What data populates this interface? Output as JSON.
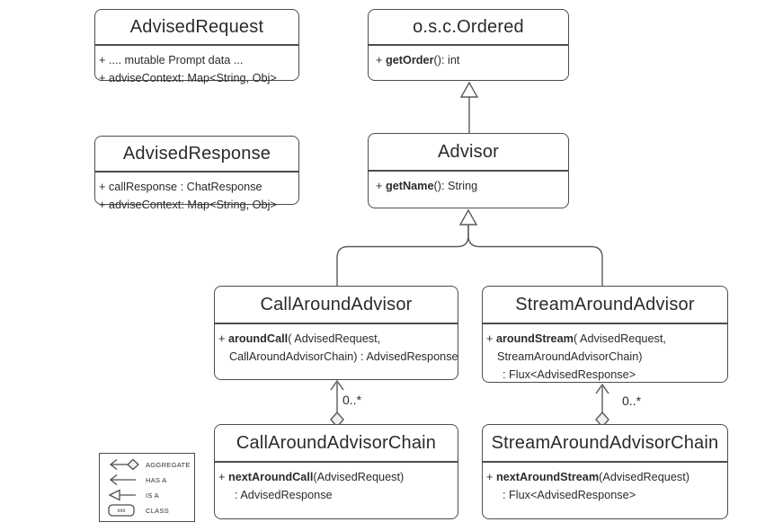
{
  "classes": {
    "advised_request": {
      "title": "AdvisedRequest",
      "lines": [
        {
          "pre": "+ .... mutable Prompt data ...",
          "bold": "",
          "post": ""
        },
        {
          "pre": "+ adviseContext: Map<String, Obj>",
          "bold": "",
          "post": ""
        }
      ]
    },
    "ordered": {
      "title": "o.s.c.Ordered",
      "lines": [
        {
          "pre": "+ ",
          "bold": "getOrder",
          "post": "(): int"
        }
      ]
    },
    "advised_response": {
      "title": "AdvisedResponse",
      "lines": [
        {
          "pre": "+ callResponse : ChatResponse",
          "bold": "",
          "post": ""
        },
        {
          "pre": "+ adviseContext: Map<String, Obj>",
          "bold": "",
          "post": ""
        }
      ]
    },
    "advisor": {
      "title": "Advisor",
      "lines": [
        {
          "pre": "+ ",
          "bold": "getName",
          "post": "(): String"
        }
      ]
    },
    "call_around_advisor": {
      "title": "CallAroundAdvisor",
      "lines": [
        {
          "pre": "+ ",
          "bold": "aroundCall",
          "post": "( AdvisedRequest,"
        },
        {
          "pre": "CallAroundAdvisorChain) : AdvisedResponse",
          "bold": "",
          "post": ""
        }
      ]
    },
    "stream_around_advisor": {
      "title": "StreamAroundAdvisor",
      "lines": [
        {
          "pre": "+ ",
          "bold": "aroundStream",
          "post": "( AdvisedRequest,"
        },
        {
          "pre": "StreamAroundAdvisorChain)",
          "bold": "",
          "post": ""
        },
        {
          "pre": ": Flux<AdvisedResponse>",
          "bold": "",
          "post": ""
        }
      ]
    },
    "call_around_advisor_chain": {
      "title": "CallAroundAdvisorChain",
      "lines": [
        {
          "pre": "+ ",
          "bold": "nextAroundCall",
          "post": "(AdvisedRequest)"
        },
        {
          "pre": ": AdvisedResponse",
          "bold": "",
          "post": ""
        }
      ]
    },
    "stream_around_advisor_chain": {
      "title": "StreamAroundAdvisorChain",
      "lines": [
        {
          "pre": "+ ",
          "bold": "nextAroundStream",
          "post": "(AdvisedRequest)"
        },
        {
          "pre": ": Flux<AdvisedResponse>",
          "bold": "",
          "post": ""
        }
      ]
    }
  },
  "connectors": {
    "left_multiplicity": "0..*",
    "right_multiplicity": "0..*"
  },
  "legend": {
    "items": [
      {
        "label": "AGGREGATE"
      },
      {
        "label": "HAS A"
      },
      {
        "label": "IS A"
      },
      {
        "label": "CLASS",
        "sample": "xxx"
      }
    ]
  },
  "colors": {
    "border": "#4d4d4d",
    "line": "#5a5a5a",
    "text": "#2b2b2b",
    "diamond_fill": "#f0f0f0"
  }
}
